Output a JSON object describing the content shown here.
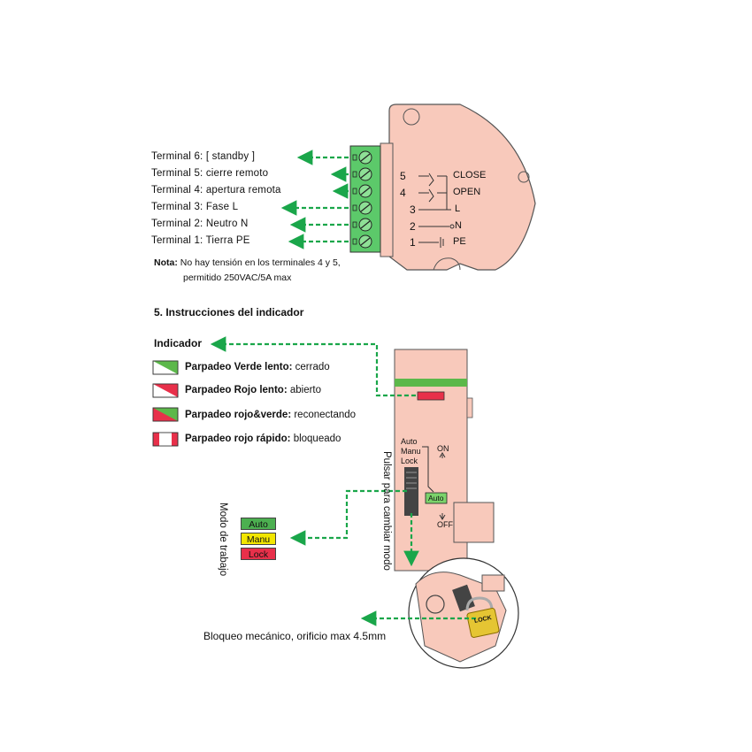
{
  "terminals": [
    {
      "label": "Terminal 6: [ standby ]"
    },
    {
      "label": "Terminal 5: cierre remoto"
    },
    {
      "label": "Terminal 4: apertura remota"
    },
    {
      "label": "Terminal 3: Fase L"
    },
    {
      "label": "Terminal 2: Neutro N"
    },
    {
      "label": "Terminal 1: Tierra PE"
    }
  ],
  "note": {
    "prefix": "Nota:",
    "line1": "No hay tensión en los terminales 4 y 5,",
    "line2": "permitido 250VAC/5A max"
  },
  "device_labels": {
    "close": "CLOSE",
    "open": "OPEN",
    "l": "L",
    "n": "N",
    "pe": "PE",
    "n5": "5",
    "n4": "4",
    "n3": "3",
    "n2": "2",
    "n1": "1"
  },
  "section_title": "5. Instrucciones del indicador",
  "indicator_label": "Indicador",
  "legend": [
    {
      "bold": "Parpadeo Verde lento:",
      "text": " cerrado",
      "icon": "green-white"
    },
    {
      "bold": "Parpadeo Rojo lento:",
      "text": " abierto",
      "icon": "red-white"
    },
    {
      "bold": "Parpadeo rojo&verde:",
      "text": " reconectando",
      "icon": "red-green"
    },
    {
      "bold": "Parpadeo rojo rápido:",
      "text": " bloqueado",
      "icon": "red-flash"
    }
  ],
  "switch_labels": {
    "auto": "Auto",
    "manu": "Manu",
    "lock": "Lock",
    "on": "ON",
    "off": "OFF",
    "auto_tag": "Auto"
  },
  "press_label": "Pulsar para cambiar modo",
  "mode_label": "Modo de trabajo",
  "modes": [
    {
      "label": "Auto",
      "color": "#4caf50"
    },
    {
      "label": "Manu",
      "color": "#f2e600"
    },
    {
      "label": "Lock",
      "color": "#e8304a"
    }
  ],
  "lock_label": "Bloqueo mecánico, orificio max 4.5mm",
  "padlock_text": "LOCK",
  "colors": {
    "arrow": "#1aa64a",
    "device": "#f8c9bb",
    "outline": "#555555",
    "connector": "#5cc96a"
  }
}
